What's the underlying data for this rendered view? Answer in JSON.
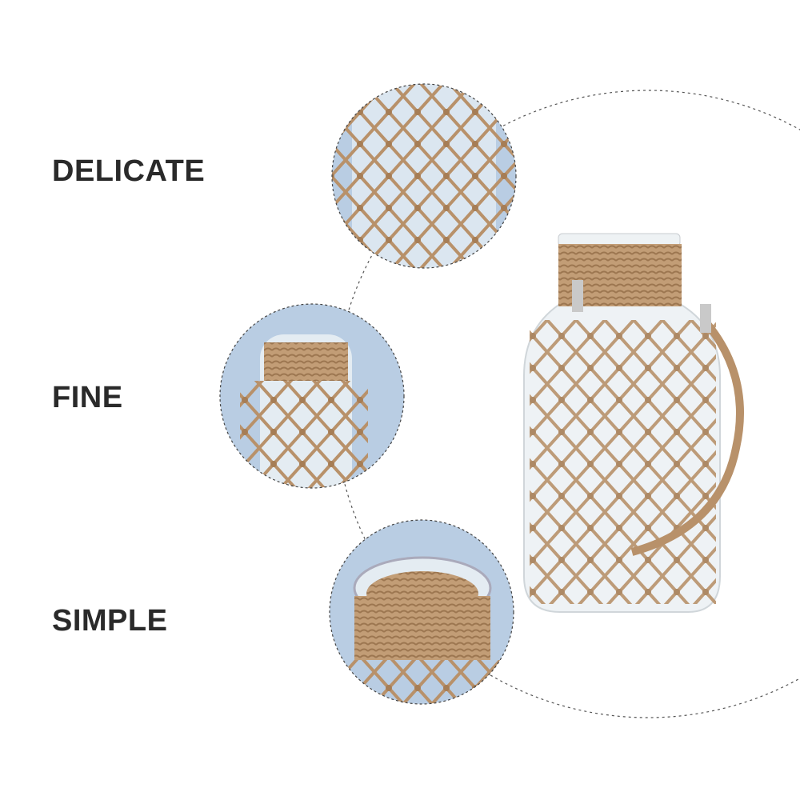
{
  "features": [
    {
      "label": "DELICATE"
    },
    {
      "label": "FINE"
    },
    {
      "label": "SIMPLE"
    }
  ],
  "colors": {
    "background": "#ffffff",
    "text": "#2a2a2a",
    "circle_bg": "#b9cde3",
    "jute": "#b8916a",
    "glass": "#e8eef2"
  }
}
